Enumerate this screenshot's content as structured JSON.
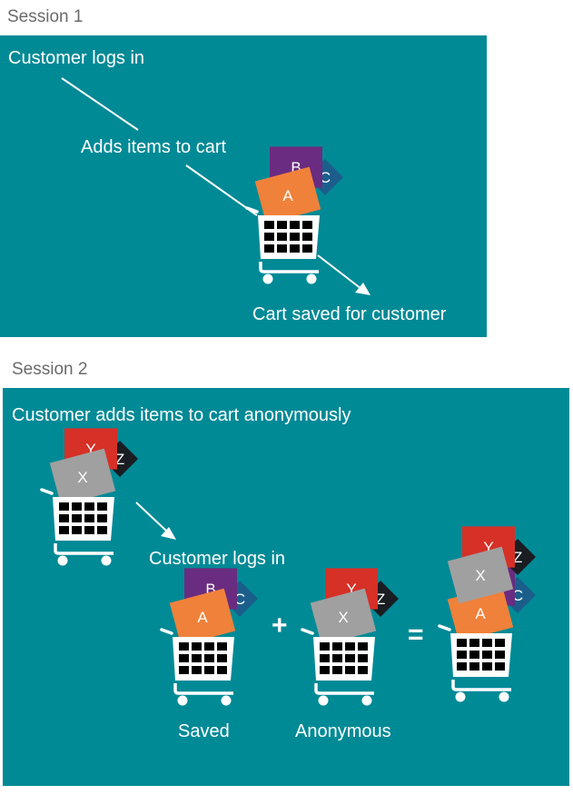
{
  "colors": {
    "panel": "#008a96",
    "label": "#6b6b6b",
    "white": "#ffffff",
    "item_a": "#f0813a",
    "item_b": "#6a2c80",
    "item_c": "#1b5e8c",
    "item_x": "#a0a0a0",
    "item_y": "#d63027",
    "item_z": "#1a1d22"
  },
  "session1": {
    "label": "Session 1",
    "step_login": "Customer logs in",
    "step_add": "Adds items to cart",
    "step_saved": "Cart saved for customer",
    "items": [
      "A",
      "B",
      "C"
    ]
  },
  "session2": {
    "label": "Session 2",
    "step_anonymous": "Customer adds items to cart anonymously",
    "step_login": "Customer  logs in",
    "anon_items": [
      "X",
      "Y",
      "Z"
    ],
    "saved_label": "Saved",
    "anonymous_label": "Anonymous",
    "plus": "+",
    "equals": "="
  }
}
